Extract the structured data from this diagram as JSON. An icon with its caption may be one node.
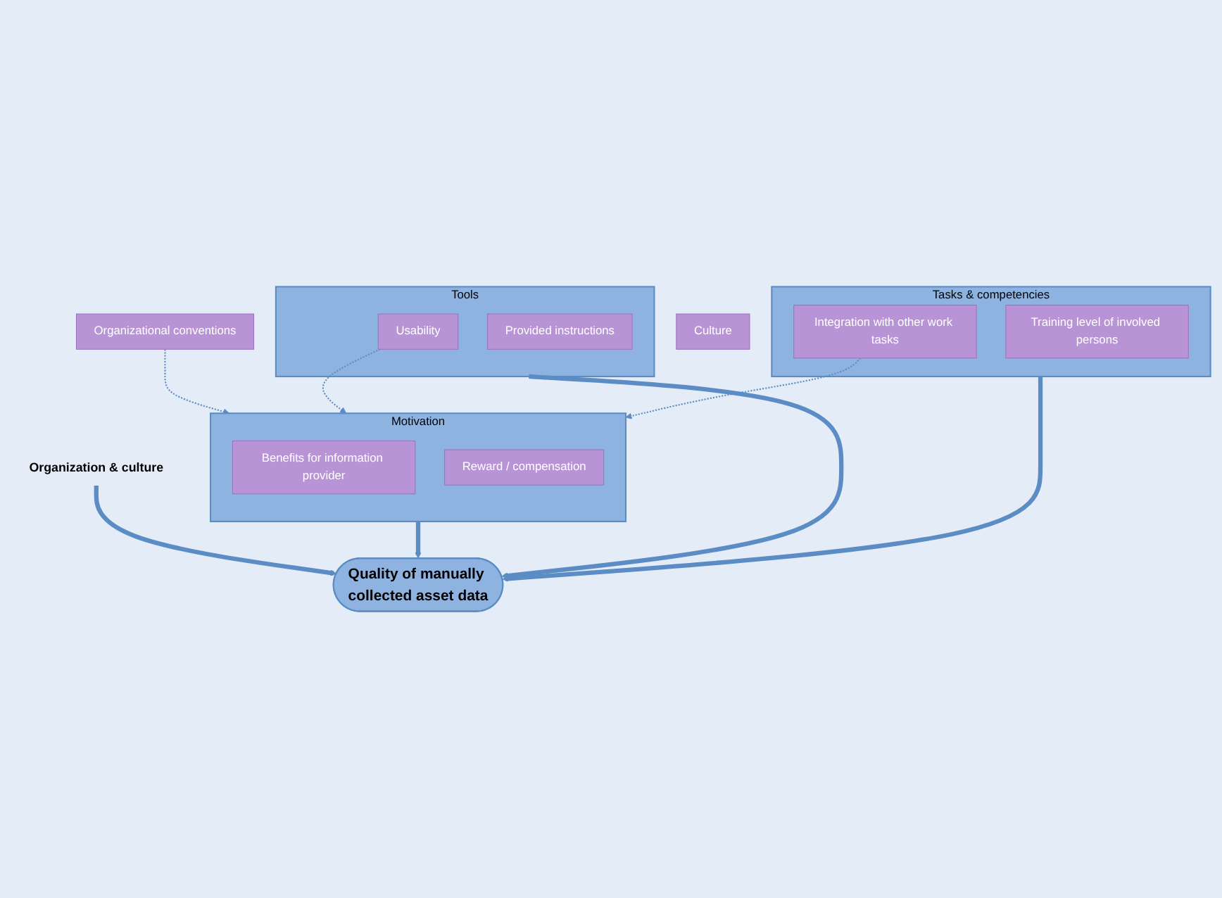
{
  "diagram": {
    "nodes": [
      {
        "text": [
          "Motivation"
        ]
      },
      {
        "text": [
          "Benefits for information provider"
        ],
        "in": 0
      },
      {
        "text": [
          "Reward / compensation"
        ],
        "in": 0
      },
      {
        "text": [
          "Tools"
        ]
      },
      {
        "text": [
          "Usability"
        ],
        "in": 3
      },
      {
        "text": [
          "Provided instructions"
        ],
        "in": 3
      },
      {
        "text": [
          "Quality of manually collected asset data"
        ]
      },
      {
        "text": [
          "Tasks & competencies"
        ]
      },
      {
        "text": [
          "Integration with other work tasks"
        ],
        "in": 7
      },
      {
        "text": [
          "Training level of involved persons"
        ],
        "in": 7
      },
      {
        "text": [
          "Organization & culture"
        ]
      },
      {
        "text": [
          "Culture"
        ]
      },
      {
        "text": [
          "Organizational conventions"
        ]
      }
    ],
    "edges": [
      {
        "from": 0,
        "to": 6,
        "arrow": "to"
      },
      {
        "from": 3,
        "to": 6,
        "arrow": "to"
      },
      {
        "from": 7,
        "to": 6,
        "arrow": "to"
      },
      {
        "from": 10,
        "to": 6,
        "arrow": "to"
      },
      {
        "from": 12,
        "to": 0,
        "arrow": "to",
        "style": "dashed"
      },
      {
        "from": 4,
        "to": 0,
        "arrow": "to",
        "style": "dashed"
      },
      {
        "from": 8,
        "to": 0,
        "arrow": "to",
        "style": "dashed"
      }
    ]
  }
}
